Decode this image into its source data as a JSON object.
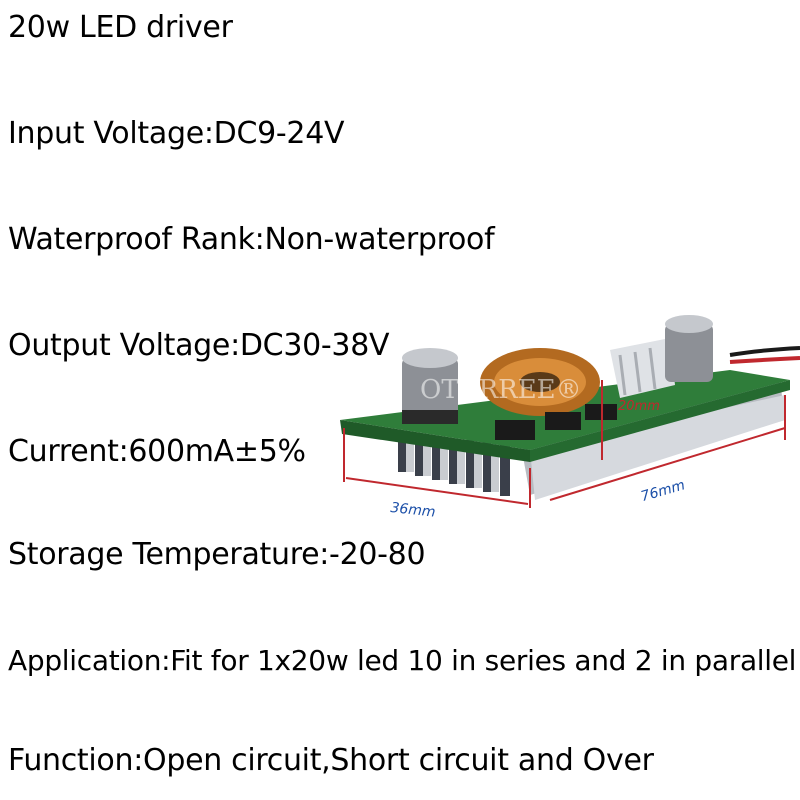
{
  "specs": [
    "20w LED driver",
    "Input Voltage:DC9-24V",
    "Waterproof Rank:Non-waterproof",
    "Output Voltage:DC30-38V",
    "Current:600mA±5%",
    "Storage Temperature:-20-80",
    "Application:Fit for 1x20w led 10 in series and 2 in parallel",
    "Function:Open circuit,Short circuit and Over"
  ],
  "product": {
    "watermark": "OTCRREE®",
    "dim_width": "36mm",
    "dim_length": "76mm",
    "dim_height": "20mm",
    "colors": {
      "pcb": "#2f7d3a",
      "heatsink": "#c9ccd1",
      "dimension_line": "#c0282e",
      "width_label": "#1b4fa8",
      "copper": "#c77a2a"
    }
  }
}
